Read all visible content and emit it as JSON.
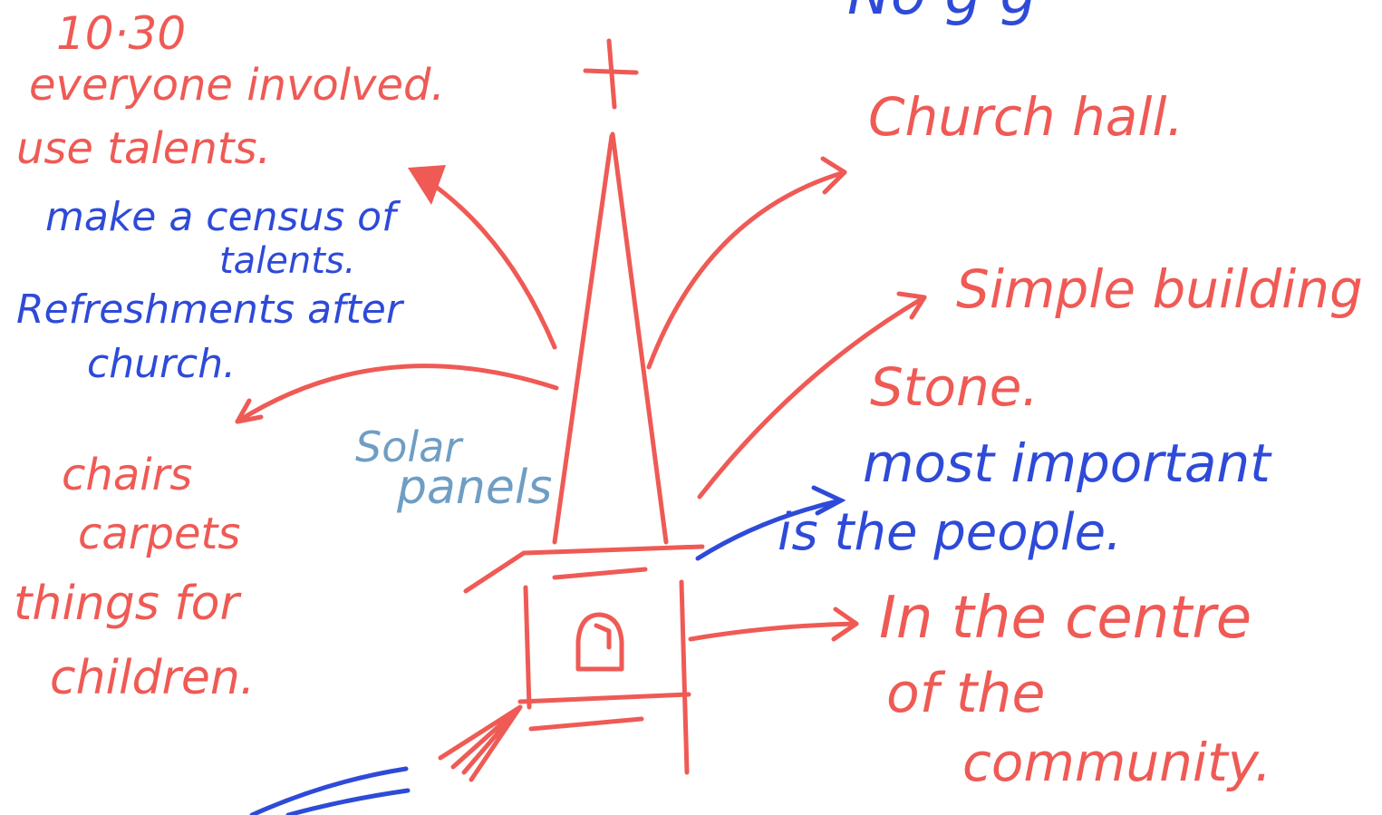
{
  "colors": {
    "red_ink": "#ef5a55",
    "blue_ink": "#2e4ad8",
    "pale_blue_ink": "#6f9ec4"
  },
  "notes": {
    "top_fragment": "No g g",
    "time": "10·30",
    "everyone": "everyone involved.",
    "talents": "use talents.",
    "census_1": "make a census of",
    "census_2": "talents.",
    "refresh_1": "Refreshments after",
    "refresh_2": "church.",
    "solar_1": "Solar",
    "solar_2": "panels",
    "chairs_1": "chairs",
    "chairs_2": "carpets",
    "chairs_3": "things for",
    "chairs_4": "children.",
    "hall": "Church hall.",
    "simple": "Simple building",
    "stone": "Stone.",
    "people_1": "most important",
    "people_2": "is the people.",
    "centre_1": "In the centre",
    "centre_2": "of the",
    "centre_3": "community."
  }
}
